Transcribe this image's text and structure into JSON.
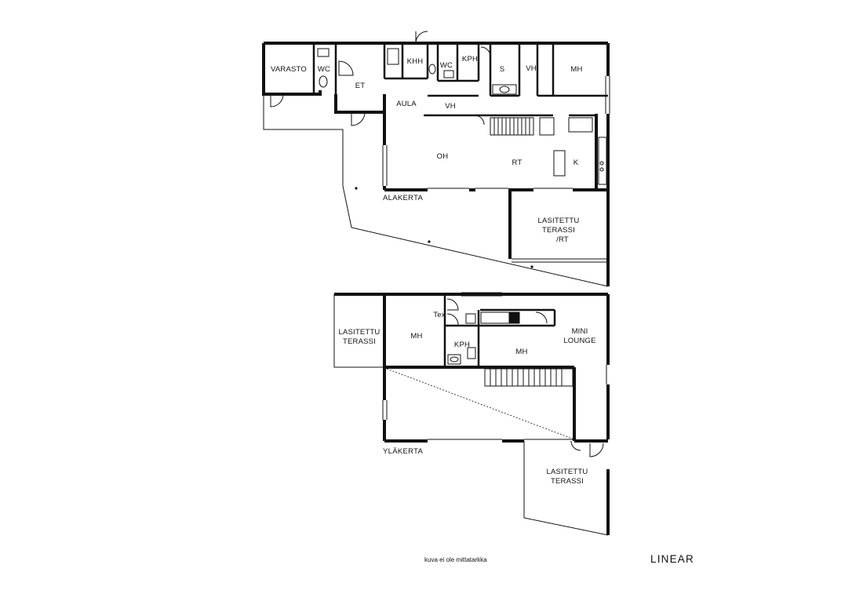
{
  "rooms": {
    "varasto": "VARASTO",
    "wc1": "WC",
    "et": "ET",
    "khh": "KHH",
    "wc2": "WC",
    "kph1": "KPH",
    "s": "S",
    "vh1": "VH",
    "mh1": "MH",
    "aula": "AULA",
    "vh2": "VH",
    "oh": "OH",
    "rt": "RT",
    "k": "K",
    "terassi_rt_1": "LASITETTU",
    "terassi_rt_2": "TERASSI",
    "terassi_rt_3": "/RT",
    "terassi_w_1": "LASITETTU",
    "terassi_w_2": "TERASSI",
    "mh2": "MH",
    "tex": "Tex",
    "kph2": "KPH",
    "mh3": "MH",
    "lounge_1": "MINI",
    "lounge_2": "LOUNGE",
    "terassi_s_1": "LASITETTU",
    "terassi_s_2": "TERASSI"
  },
  "floors": {
    "lower": "ALAKERTA",
    "upper": "YLÄKERTA"
  },
  "footer": {
    "note": "kuva ei ole mittatarkka",
    "logo": "LINEAR"
  },
  "colors": {
    "wall": "#111111",
    "background": "#ffffff"
  }
}
